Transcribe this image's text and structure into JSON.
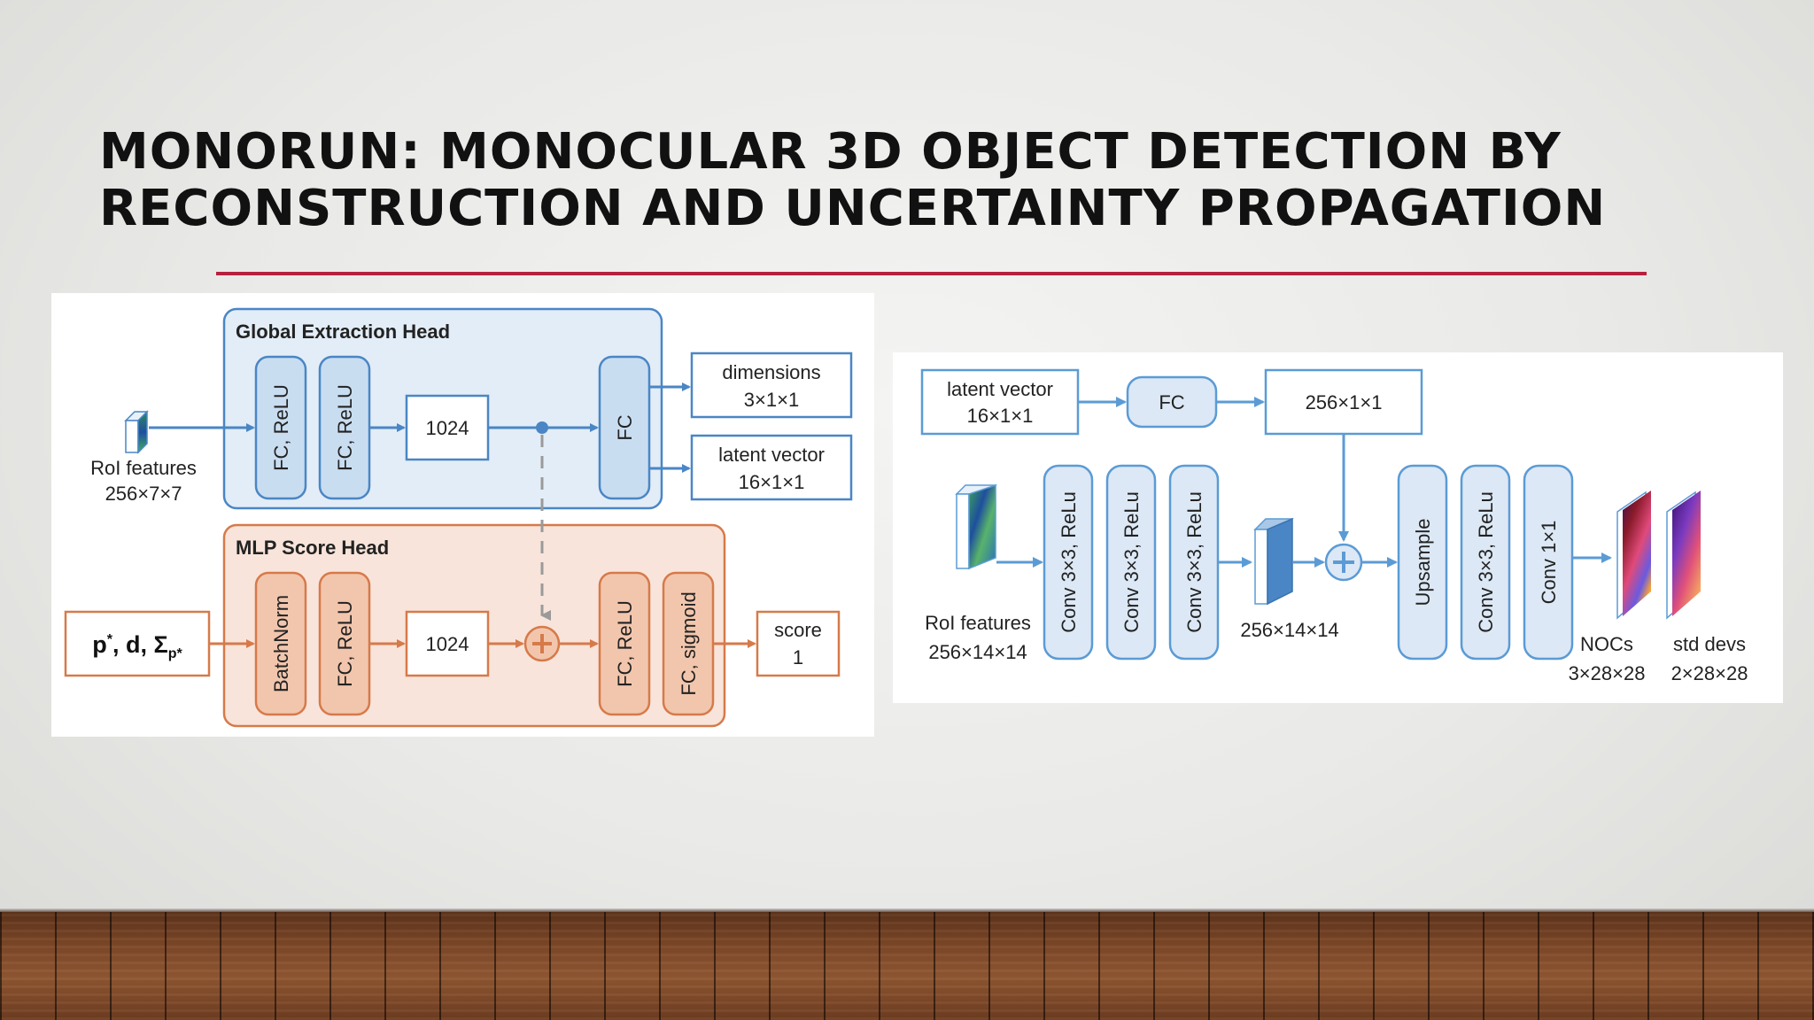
{
  "slide": {
    "title_line1": "MONORUN: MONOCULAR 3D OBJECT DETECTION BY",
    "title_line2": "RECONSTRUCTION AND UNCERTAINTY PROPAGATION",
    "accent_color": "#b5213d"
  },
  "left_diagram": {
    "global_head_title": "Global Extraction Head",
    "mlp_head_title": "MLP Score Head",
    "roi_label": "RoI features",
    "roi_size": "256×7×7",
    "fc_relu_1": "FC, ReLU",
    "fc_relu_2": "FC, ReLU",
    "box_1024_top": "1024",
    "fc_label": "FC",
    "dimensions_label": "dimensions",
    "dimensions_size": "3×1×1",
    "latent_label": "latent vector",
    "latent_size": "16×1×1",
    "input_formula": "p*, d, Σp*",
    "batchnorm": "BatchNorm",
    "mlp_fc_relu": "FC, ReLU",
    "box_1024_bottom": "1024",
    "fc_relu_3": "FC, ReLU",
    "fc_sigmoid": "FC, sigmoid",
    "score_label": "score",
    "score_size": "1",
    "blue_color": "#4a86c5",
    "orange_color": "#d67a4a"
  },
  "right_diagram": {
    "latent_label": "latent vector",
    "latent_size": "16×1×1",
    "fc_label": "FC",
    "box_256": "256×1×1",
    "conv1": "Conv 3×3, ReLu",
    "conv2": "Conv 3×3, ReLu",
    "conv3": "Conv 3×3, ReLu",
    "mid_size": "256×14×14",
    "upsample": "Upsample",
    "conv4": "Conv 3×3, ReLu",
    "conv5": "Conv 1×1",
    "roi_label": "RoI features",
    "roi_size": "256×14×14",
    "nocs_label": "NOCs",
    "nocs_size": "3×28×28",
    "std_label": "std devs",
    "std_size": "2×28×28"
  }
}
